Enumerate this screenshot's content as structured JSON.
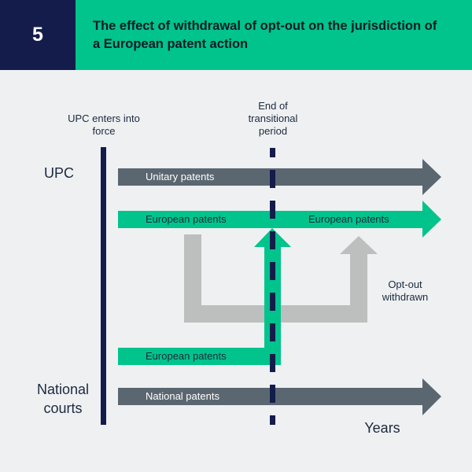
{
  "header": {
    "number": "5",
    "title": "The effect of withdrawal of opt-out on the jurisdiction of a European patent action"
  },
  "colors": {
    "navy": "#141c4c",
    "green": "#00c48b",
    "slate": "#5b6770",
    "gray": "#bcbfbe",
    "background": "#eff0f2"
  },
  "timeline": {
    "start_label": "UPC enters into force",
    "transition_label": "End of transitional period",
    "x_axis_label": "Years"
  },
  "rows": {
    "upc": "UPC",
    "national": "National courts"
  },
  "bars": {
    "unitary": "Unitary patents",
    "european_upc_before": "European patents",
    "european_upc_after": "European patents",
    "european_national": "European patents",
    "national": "National patents"
  },
  "annotations": {
    "opt_out_withdrawn": "Opt-out withdrawn"
  }
}
